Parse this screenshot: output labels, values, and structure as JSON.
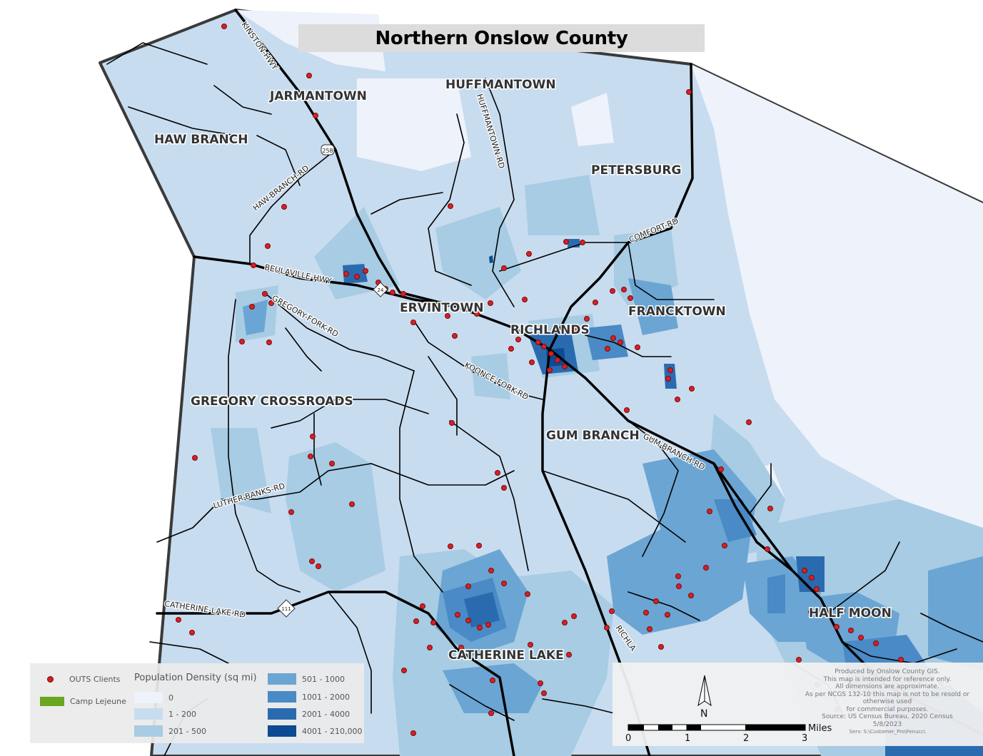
{
  "title": "Northern Onslow County",
  "places": [
    {
      "name": "JARMANTOWN",
      "key": "jarmantown"
    },
    {
      "name": "HUFFMANTOWN",
      "key": "huffmantown"
    },
    {
      "name": "HAW BRANCH",
      "key": "haw-branch"
    },
    {
      "name": "PETERSBURG",
      "key": "petersburg"
    },
    {
      "name": "ERVINTOWN",
      "key": "ervintown"
    },
    {
      "name": "FRANCKTOWN",
      "key": "francktown"
    },
    {
      "name": "RICHLANDS",
      "key": "richlands"
    },
    {
      "name": "GREGORY CROSSROADS",
      "key": "gregory-crossroads"
    },
    {
      "name": "GUM BRANCH",
      "key": "gum-branch"
    },
    {
      "name": "HALF MOON",
      "key": "half-moon"
    },
    {
      "name": "CATHERINE LAKE",
      "key": "catherine-lake"
    }
  ],
  "roads": [
    "KINSTON-HWY",
    "HUFFMANTOWN-RD",
    "HAW-BRANCH-RD",
    "COMFORT-RD",
    "BEULAVILLE-HWY",
    "GREGORY-FORK-RD",
    "KOONCE-FORK-RD",
    "GUM-BRANCH-RD",
    "LUTHER-BANKS-RD",
    "CATHERINE-LAKE-RD",
    "RICHLA"
  ],
  "shields": [
    "258",
    "24",
    "111"
  ],
  "legend": {
    "clients_label": "OUTS Clients",
    "base_label": "Camp Lejeune",
    "density_title": "Population Density (sq mi)",
    "classes": [
      {
        "label": "0",
        "color": "#eef2fb"
      },
      {
        "label": "1 - 200",
        "color": "#c8dcef"
      },
      {
        "label": "201 - 500",
        "color": "#a7cce3"
      },
      {
        "label": "501 - 1000",
        "color": "#6ba5d3"
      },
      {
        "label": "1001 - 2000",
        "color": "#4a8ac6"
      },
      {
        "label": "2001 - 4000",
        "color": "#2a6bb0"
      },
      {
        "label": "4001 - 210,000",
        "color": "#0c4a94"
      }
    ],
    "client_color": "#cc2020",
    "base_color": "#6aa61e"
  },
  "north_label": "N",
  "scale": {
    "unit": "Miles",
    "ticks": [
      "0",
      "1",
      "2",
      "3"
    ]
  },
  "credits": [
    "Produced by Onslow County GIS.",
    "This map is intended for reference only.",
    "All dimensions are approximate.",
    "As per NCGS 132-10 this map is not to be resold or",
    "otherwise used",
    "for commercial purposes.",
    "Source: US Census Bureau, 2020 Census",
    "5/8/2023",
    "Serv: S:\\Customer_Pro\\Fenucc\\"
  ]
}
